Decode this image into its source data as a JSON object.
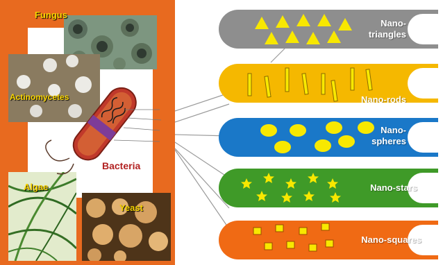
{
  "sources": {
    "fungus": "Fungus",
    "actinomycetes": "Actinomycetes",
    "bacteria": "Bacteria",
    "algae": "Algae",
    "yeast": "Yeast"
  },
  "nanoparticles": [
    {
      "key": "triangles",
      "label_line1": "Nano-",
      "label_line2": "triangles",
      "color": "#8e8e8e"
    },
    {
      "key": "rods",
      "label_line1": "Nano-rods",
      "label_line2": "",
      "color": "#f5b800"
    },
    {
      "key": "spheres",
      "label_line1": "Nano-",
      "label_line2": "spheres",
      "color": "#1a78c8"
    },
    {
      "key": "stars",
      "label_line1": "Nano-stars",
      "label_line2": "",
      "color": "#3f9a28"
    },
    {
      "key": "squares",
      "label_line1": "Nano-squares",
      "label_line2": "",
      "color": "#f06a14"
    }
  ],
  "colors": {
    "panel": "#e86a1f",
    "label": "#f7d400",
    "bacteria_label": "#b22222",
    "shape_fill": "#f8e800"
  }
}
